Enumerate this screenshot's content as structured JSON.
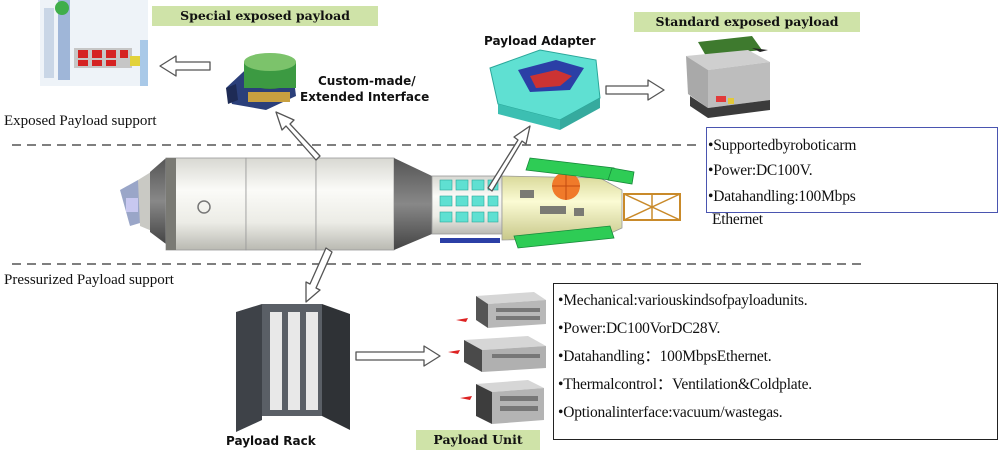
{
  "labels": {
    "special_exposed": "Special exposed payload",
    "standard_exposed": "Standard exposed payload",
    "payload_adapter": "Payload Adapter",
    "custom_interface_line1": "Custom-made/",
    "custom_interface_line2": "Extended Interface",
    "exposed_support": "Exposed Payload support",
    "pressurized_support": "Pressurized Payload support",
    "payload_rack": "Payload Rack",
    "payload_unit": "Payload Unit"
  },
  "exposed_info": {
    "line1": "•Supportedbyroboticarm",
    "line2": "•Power:DC100V.",
    "line3": "•Datahandling:100Mbps",
    "line4": "Ethernet"
  },
  "pressurized_info": {
    "line1": "•Mechanical:variouskindsofpayloadunits.",
    "line2": "•Power:DC100VorDC28V.",
    "line3": "•Datahandling：100MbpsEthernet.",
    "line4": "•Thermalcontrol：Ventilation&Coldplate.",
    "line5": "•Optionalinterface:vacuum/wastegas."
  },
  "colors": {
    "tag_green": "#cfe3a8",
    "box_border_blue": "#4a55b0",
    "module_body": "#f1f1ec",
    "cabin_yellow": "#f4f4c0",
    "solar_green": "#2ecc55",
    "cyan_adapter": "#5fe0d2"
  }
}
